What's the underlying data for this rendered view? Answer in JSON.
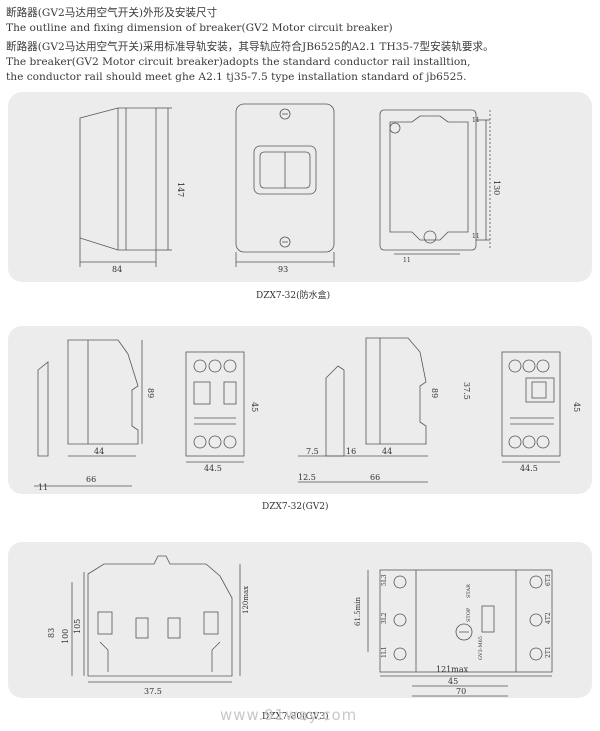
{
  "header": {
    "line1": "断路器(GV2马达用空气开关)外形及安装尺寸",
    "line2": "The outline and fixing dimension of breaker(GV2 Motor circuit breaker)",
    "line3": "断路器(GV2马达用空气开关)采用标准导轨安装，其导轨应符合JB6525的A2.1 TH35-7型安装轨要求。",
    "line4": "The breaker(GV2 Motor circuit breaker)adopts the standard conductor rail installtion,",
    "line5": "the conductor rail should meet ghe A2.1 tj35-7.5 type installation standard of jb6525."
  },
  "section1": {
    "caption": "DZX7-32(防水盒)",
    "dims": {
      "width_side": "84",
      "height_side": "147",
      "width_front": "93",
      "height_back": "130",
      "small1": "11",
      "small2": "11",
      "small3": "11"
    }
  },
  "section2": {
    "caption": "DZX7-32(GV2)",
    "dims": {
      "d89a": "89",
      "d44a": "44",
      "d66a": "66",
      "d11": "11",
      "d45a": "45",
      "d445a": "44.5",
      "d75": "7.5",
      "d16": "16",
      "d44b": "44",
      "d125": "12.5",
      "d66b": "66",
      "d89b": "89",
      "d375": "37.5",
      "d45b": "45",
      "d445b": "44.5"
    }
  },
  "section3": {
    "caption": "DZX7-80(GV3)",
    "dims": {
      "d83": "83",
      "d100": "100",
      "d105": "105",
      "d120": "120max",
      "d375": "37.5",
      "d615": "61.5min",
      "d121": "121max",
      "d45": "45",
      "d70": "70"
    },
    "labels": {
      "l1": "1L1",
      "l2": "3L2",
      "l3": "5L3",
      "t1": "2T1",
      "t2": "4T2",
      "t3": "6T3",
      "stop": "STOP",
      "start": "STAR",
      "model": "GV3-M65"
    }
  },
  "watermark": "www.91way.com"
}
